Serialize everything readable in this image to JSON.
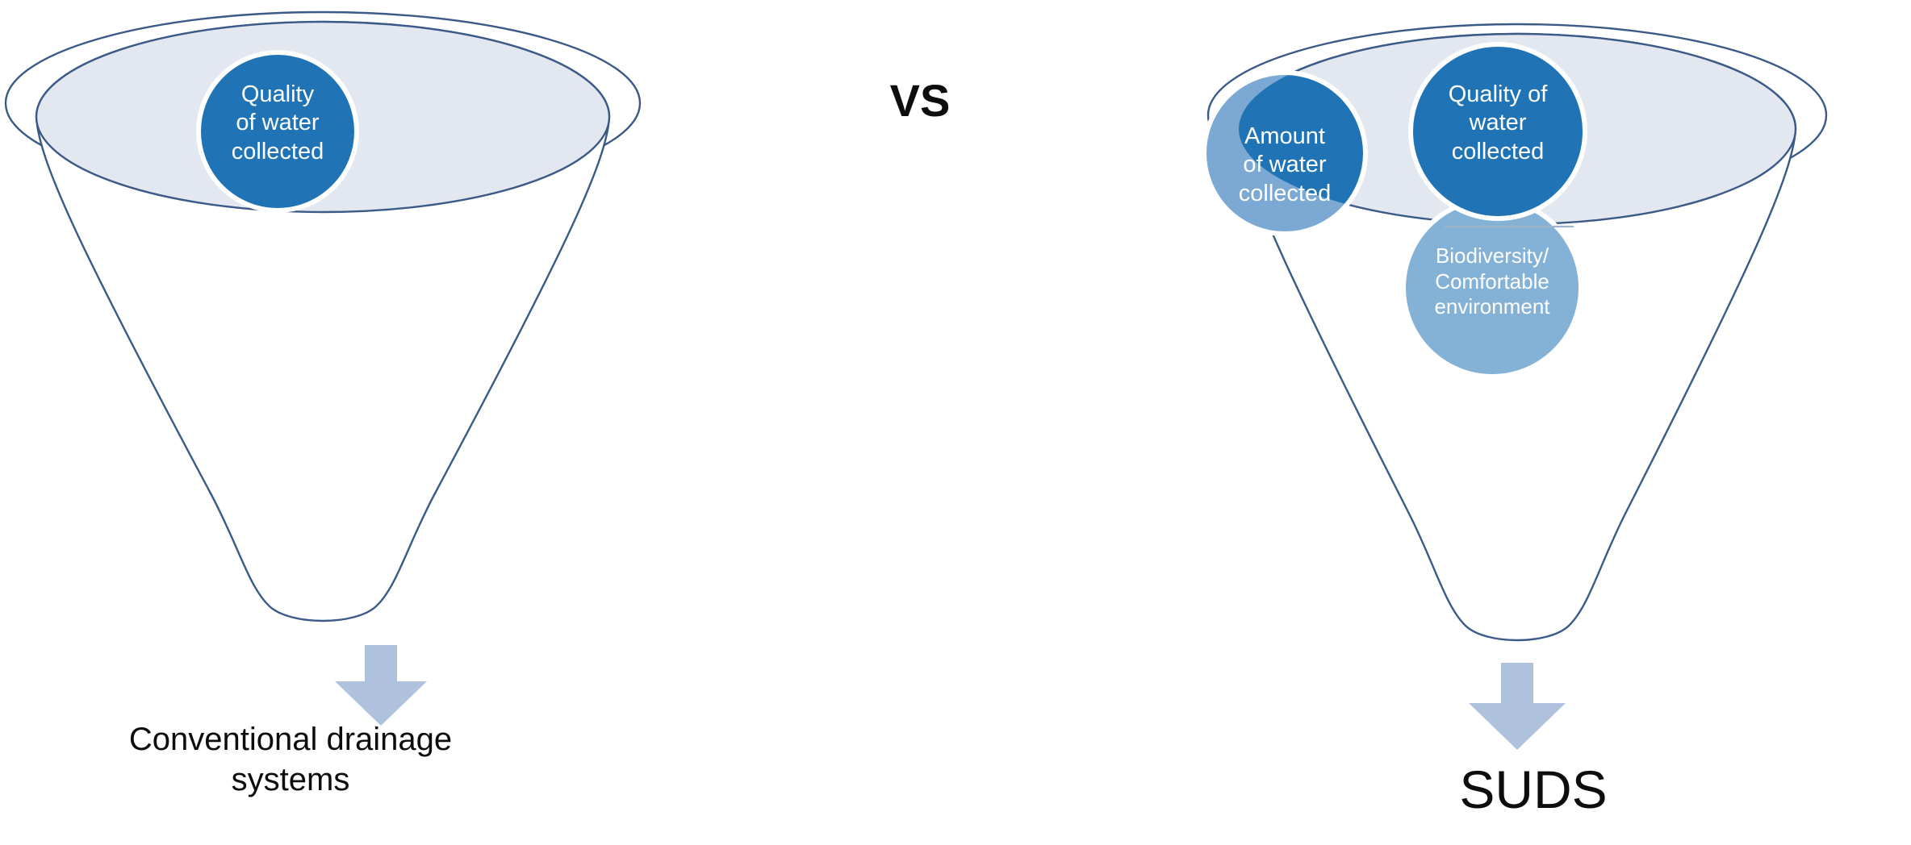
{
  "diagram": {
    "title_text": "",
    "comparator": "VS",
    "colors": {
      "dark_blue": "#2074B6",
      "mid_blue": "#5E9BCE",
      "light_blue": "#84B2D6",
      "pale_fill": "#E3E7F0",
      "outline": "#3A5A87",
      "arrow_fill": "#AEC2DD",
      "text_dark": "#0D0D0D",
      "circle_text": "#FFFFFF",
      "background": "#FFFFFF"
    },
    "left_funnel": {
      "name": "conventional-drainage-funnel",
      "caption": "Conventional drainage\nsystems",
      "circles": [
        {
          "id": "quality-of-water-collected",
          "label": "Quality\nof water\ncollected",
          "fill": "dark_blue"
        }
      ]
    },
    "right_funnel": {
      "name": "suds-funnel",
      "caption": "SUDS",
      "circles": [
        {
          "id": "amount-of-water-collected",
          "label": "Amount\nof water\ncollected",
          "fill": "dark_blue"
        },
        {
          "id": "quality-of-water-collected",
          "label": "Quality of\nwater\ncollected",
          "fill": "dark_blue"
        },
        {
          "id": "biodiversity-comfortable-environment",
          "label": "Biodiversity/\nComfortable\nenvironment",
          "fill": "light_blue"
        }
      ]
    },
    "arrows": {
      "left_arrow_name": "down-arrow-icon",
      "right_arrow_name": "down-arrow-icon"
    }
  }
}
